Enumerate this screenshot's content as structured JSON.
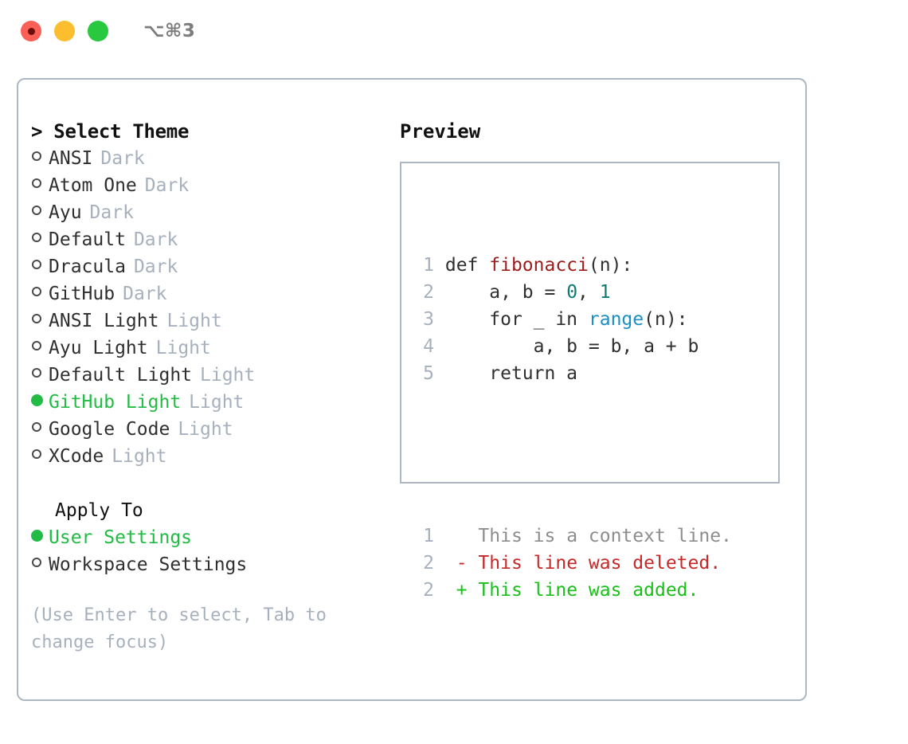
{
  "titlebar": {
    "buttons": [
      {
        "name": "close",
        "color": "#fb5f57",
        "recording": true
      },
      {
        "name": "minimize",
        "color": "#fcbd2e",
        "recording": false
      },
      {
        "name": "zoom",
        "color": "#28c83f",
        "recording": false
      }
    ],
    "shortcut": "⌥⌘3"
  },
  "left": {
    "header": "> Select Theme",
    "themes": [
      {
        "label": "ANSI",
        "tag": "Dark",
        "selected": false
      },
      {
        "label": "Atom One",
        "tag": "Dark",
        "selected": false
      },
      {
        "label": "Ayu",
        "tag": "Dark",
        "selected": false
      },
      {
        "label": "Default",
        "tag": "Dark",
        "selected": false
      },
      {
        "label": "Dracula",
        "tag": "Dark",
        "selected": false
      },
      {
        "label": "GitHub",
        "tag": "Dark",
        "selected": false
      },
      {
        "label": "ANSI Light",
        "tag": "Light",
        "selected": false
      },
      {
        "label": "Ayu Light",
        "tag": "Light",
        "selected": false
      },
      {
        "label": "Default Light",
        "tag": "Light",
        "selected": false
      },
      {
        "label": "GitHub Light",
        "tag": "Light",
        "selected": true
      },
      {
        "label": "Google Code",
        "tag": "Light",
        "selected": false
      },
      {
        "label": "XCode",
        "tag": "Light",
        "selected": false
      }
    ],
    "apply_to_header": "Apply To",
    "apply_to": [
      {
        "label": "User Settings",
        "selected": true
      },
      {
        "label": "Workspace Settings",
        "selected": false
      }
    ],
    "hint": "(Use Enter to select, Tab to change focus)"
  },
  "right": {
    "title": "Preview",
    "code_lines": [
      {
        "no": "1",
        "tokens": [
          {
            "text": "def ",
            "style": "plain"
          },
          {
            "text": "fibonacci",
            "style": "func"
          },
          {
            "text": "(n):",
            "style": "plain"
          }
        ]
      },
      {
        "no": "2",
        "tokens": [
          {
            "text": "    a, b = ",
            "style": "plain"
          },
          {
            "text": "0",
            "style": "num"
          },
          {
            "text": ", ",
            "style": "plain"
          },
          {
            "text": "1",
            "style": "num"
          }
        ]
      },
      {
        "no": "3",
        "tokens": [
          {
            "text": "    for _ in ",
            "style": "plain"
          },
          {
            "text": "range",
            "style": "call"
          },
          {
            "text": "(n):",
            "style": "plain"
          }
        ]
      },
      {
        "no": "4",
        "tokens": [
          {
            "text": "        a, b = b, a + b",
            "style": "plain"
          }
        ]
      },
      {
        "no": "5",
        "tokens": [
          {
            "text": "    return a",
            "style": "plain"
          }
        ]
      }
    ],
    "diff_lines": [
      {
        "no": "1",
        "marker": " ",
        "text": "This is a context line.",
        "style": "ctx"
      },
      {
        "no": "2",
        "marker": "-",
        "text": "This line was deleted.",
        "style": "del"
      },
      {
        "no": "2",
        "marker": "+",
        "text": "This line was added.",
        "style": "add"
      }
    ]
  },
  "colors": {
    "accent_green": "#22bb44",
    "border": "#adb7c2",
    "muted": "#a7b0bd",
    "text": "#2f2f2f"
  }
}
